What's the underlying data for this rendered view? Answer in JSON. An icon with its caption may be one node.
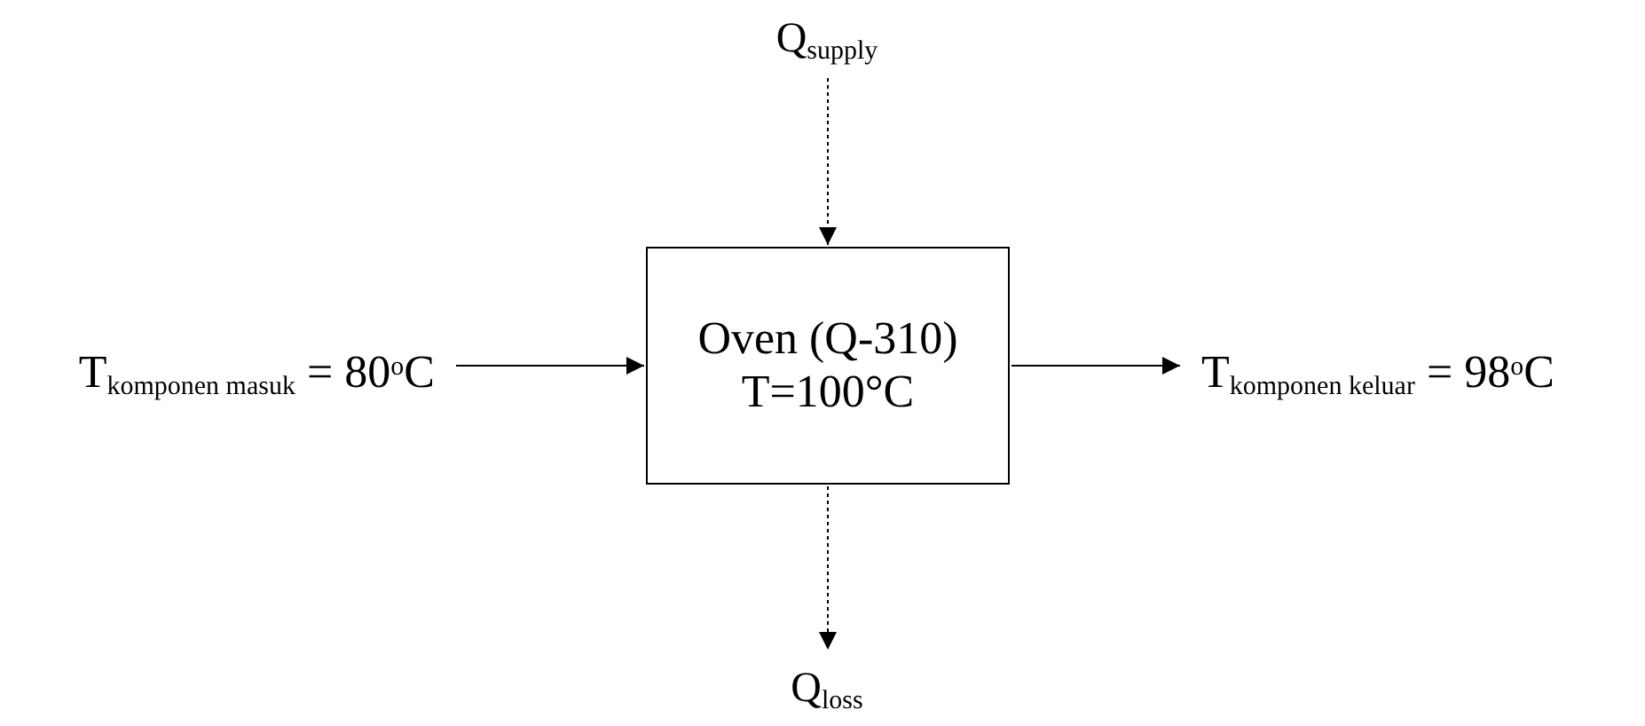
{
  "diagram": {
    "nodes": [
      {
        "text": [
          "Oven (Q-310)",
          "T=100°C"
        ]
      },
      {
        "text": [
          "T$_{komponen masuk}$ = 80$^{o}$C"
        ]
      },
      {
        "text": [
          "T$_{komponen keluar}$ = 98$^{o}$C"
        ]
      },
      {
        "text": [
          "Q$_{supply}$"
        ]
      },
      {
        "text": [
          "Q$_{loss}$"
        ]
      }
    ],
    "edges": [
      {
        "from": 1,
        "to": 0,
        "arrow": "to"
      },
      {
        "from": 0,
        "to": 2,
        "arrow": "to"
      },
      {
        "from": 3,
        "to": 0,
        "arrow": "to",
        "style": "dashed"
      },
      {
        "from": 0,
        "to": 4,
        "arrow": "to",
        "style": "dashed"
      }
    ]
  }
}
